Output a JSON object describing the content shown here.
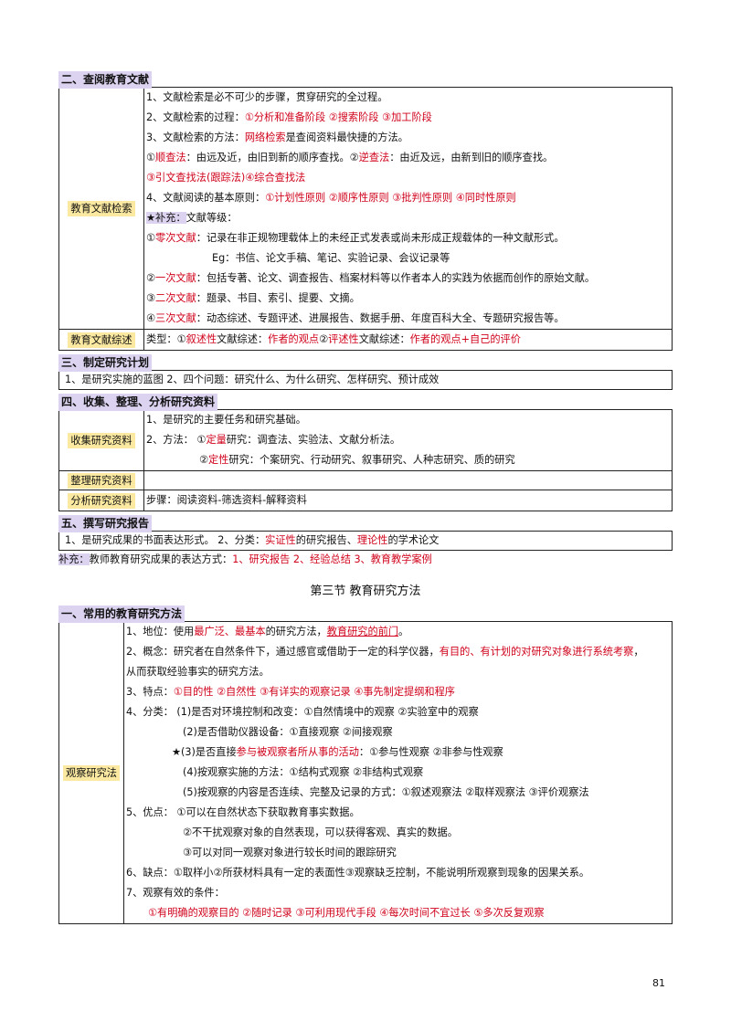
{
  "s2": {
    "title": "二、查阅教育文献",
    "label1": "教育文献检索",
    "l1": "1、文献检索是必不可少的步骤，贯穿研究的全过程。",
    "l2a": "2、文献检索的过程：",
    "l2b": "①分析和准备阶段 ②搜索阶段 ③加工阶段",
    "l3a": "3、文献检索的方法：",
    "l3b": "网络检索",
    "l3c": "是查阅资料最快捷的方法。",
    "l4a": "①",
    "l4b": "顺查法",
    "l4c": "：由远及近，由旧到新的顺序查找。②",
    "l4d": "逆查法",
    "l4e": "：由近及远，由新到旧的顺序查找。",
    "l5a": "③引文查找法(跟踪法)④综合查找法",
    "l6a": "4、文献阅读的基本原则：",
    "l6b": "①计划性原则 ②顺序性原则 ③批判性原则 ④同时性原则",
    "l7a": "★补充：",
    "l7b": "文献等级：",
    "l8a": "①",
    "l8b": "零次文献",
    "l8c": "：记录在非正规物理载体上的未经正式发表或尚未形成正规载体的一种文献形式。",
    "l9": "Eg：书信、论文手稿、笔记、实验记录、会议记录等",
    "l10a": "②",
    "l10b": "一次文献",
    "l10c": "：包括专著、论文、调查报告、档案材料等以作者本人的实践为依据而创作的原始文献。",
    "l11a": "③",
    "l11b": "二次文献",
    "l11c": "：题录、书目、索引、提要、文摘。",
    "l12a": "④",
    "l12b": "三次文献",
    "l12c": "：动态综述、专题评述、进展报告、数据手册、年度百科大全、专题研究报告等。",
    "label2": "教育文献综述",
    "r2a": "类型：①",
    "r2b": "叙述性",
    "r2c": "文献综述：",
    "r2d": "作者的观点",
    "r2e": "②",
    "r2f": "评述性",
    "r2g": "文献综述：",
    "r2h": "作者的观点+自己的评价"
  },
  "s3": {
    "title": "三、制定研究计划",
    "text": "1、是研究实施的蓝图 2、四个问题：研究什么、为什么研究、怎样研究、预计成效"
  },
  "s4": {
    "title": "四、收集、整理、分析研究资料",
    "label1": "收集研究资料",
    "l1": "1、是研究的主要任务和研究基础。",
    "l2a": "2、方法：  ①",
    "l2b": "定量",
    "l2c": "研究：调查法、实验法、文献分析法。",
    "l3a": "②",
    "l3b": "定性",
    "l3c": "研究：个案研究、行动研究、叙事研究、人种志研究、质的研究",
    "label2": "整理研究资料",
    "label3": "分析研究资料",
    "r3": "步骤：阅读资料-筛选资料-解释资料"
  },
  "s5": {
    "title": "五、撰写研究报告",
    "a": "1、是研究成果的书面表达形式。 2、分类：",
    "b": "实证性",
    "c": "的研究报告、",
    "d": "理论性",
    "e": "的学术论文"
  },
  "supp": {
    "tag": "补充：",
    "text": "教师教育研究成果的表达方式：",
    "red": "1、研究报告 2、经验总结 3、教育教学案例"
  },
  "chapter": "第三节   教育研究方法",
  "m1": {
    "title": "一、常用的教育研究方法",
    "label": "观察研究法",
    "l1a": "1、地位：使用",
    "l1b": "最广泛、最基本",
    "l1c": "的研究方法，",
    "l1d": "教育研究的前门",
    "l1e": "。",
    "l2a": "2、概念：研究者在自然条件下，通过感官或借助于一定的科学仪器，",
    "l2b": "有目的、有计划的对研究对象进行系统考察",
    "l2c": "，",
    "l3": "从而获取经验事实的研究方法。",
    "l4a": "3、特点：",
    "l4b": "①目的性 ②自然性 ③有详实的观察记录 ④事先制定提纲和程序",
    "l5": "4、分类：   (1)是否对环境控制和改变：①自然情境中的观察 ②实验室中的观察",
    "l6": "(2)是否借助仪器设备：①直接观察 ②间接观察",
    "l7a": "★(3)是否直接",
    "l7b": "参与被观察者所从事的活动",
    "l7c": "：①参与性观察 ②非参与性观察",
    "l8": "(4)按观察实施的方法：①结构式观察 ②非结构式观察",
    "l9": "(5)按观察的内容是否连续、完整及记录的方式：①叙述观察法 ②取样观察法 ③评价观察法",
    "l10": "5、优点：    ①可以在自然状态下获取教育事实数据。",
    "l11": "②不干扰观察对象的自然表现，可以获得客观、真实的数据。",
    "l12": "③可以对同一观察对象进行较长时间的跟踪研究",
    "l13": "6、缺点：①取样小②所获材料具有一定的表面性③观察缺乏控制，不能说明所观察到现象的因果关系。",
    "l14": "7、观察有效的条件：",
    "l15": "①有明确的观察目的 ②随时记录 ③可利用现代手段 ④每次时间不宜过长 ⑤多次反复观察"
  },
  "page_number": "81"
}
